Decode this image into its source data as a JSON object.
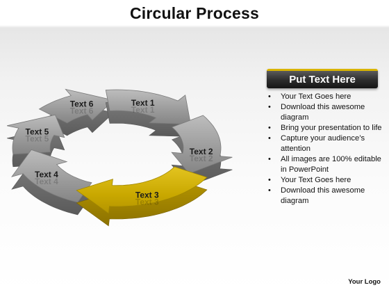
{
  "title": "Circular Process",
  "colors": {
    "segment_gray": "#8e8e8e",
    "segment_gold": "#c9a800",
    "header_accent": "#d9b400"
  },
  "diagram": {
    "segments": [
      {
        "label": "Text 1",
        "highlighted": false
      },
      {
        "label": "Text 2",
        "highlighted": false
      },
      {
        "label": "Text 3",
        "highlighted": true
      },
      {
        "label": "Text 4",
        "highlighted": false
      },
      {
        "label": "Text 5",
        "highlighted": false
      },
      {
        "label": "Text 6",
        "highlighted": false
      }
    ]
  },
  "panel": {
    "header": "Put Text Here",
    "bullets": [
      "Your Text Goes here",
      "Download this awesome diagram",
      "Bring your presentation to life",
      "Capture your audience’s attention",
      "All images are 100% editable in PowerPoint",
      "Your Text Goes here",
      "Download this awesome diagram"
    ]
  },
  "footer": {
    "logo": "Your Logo"
  }
}
